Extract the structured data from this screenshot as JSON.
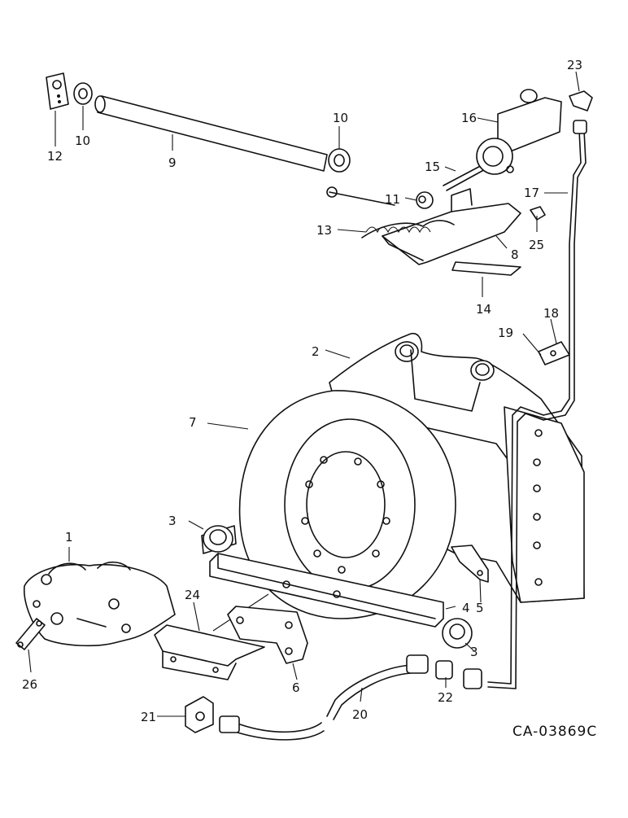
{
  "drawing_code": "CA-03869C",
  "callouts": [
    {
      "key": "c1",
      "label": "1"
    },
    {
      "key": "c2",
      "label": "2"
    },
    {
      "key": "c3a",
      "label": "3"
    },
    {
      "key": "c3b",
      "label": "3"
    },
    {
      "key": "c4",
      "label": "4"
    },
    {
      "key": "c5",
      "label": "5"
    },
    {
      "key": "c6",
      "label": "6"
    },
    {
      "key": "c7",
      "label": "7"
    },
    {
      "key": "c8",
      "label": "8"
    },
    {
      "key": "c9",
      "label": "9"
    },
    {
      "key": "c10a",
      "label": "10"
    },
    {
      "key": "c10b",
      "label": "10"
    },
    {
      "key": "c11",
      "label": "11"
    },
    {
      "key": "c12",
      "label": "12"
    },
    {
      "key": "c13",
      "label": "13"
    },
    {
      "key": "c14",
      "label": "14"
    },
    {
      "key": "c15",
      "label": "15"
    },
    {
      "key": "c16",
      "label": "16"
    },
    {
      "key": "c17",
      "label": "17"
    },
    {
      "key": "c18",
      "label": "18"
    },
    {
      "key": "c19",
      "label": "19"
    },
    {
      "key": "c20",
      "label": "20"
    },
    {
      "key": "c21",
      "label": "21"
    },
    {
      "key": "c22",
      "label": "22"
    },
    {
      "key": "c23",
      "label": "23"
    },
    {
      "key": "c24",
      "label": "24"
    },
    {
      "key": "c25",
      "label": "25"
    },
    {
      "key": "c26",
      "label": "26"
    }
  ]
}
